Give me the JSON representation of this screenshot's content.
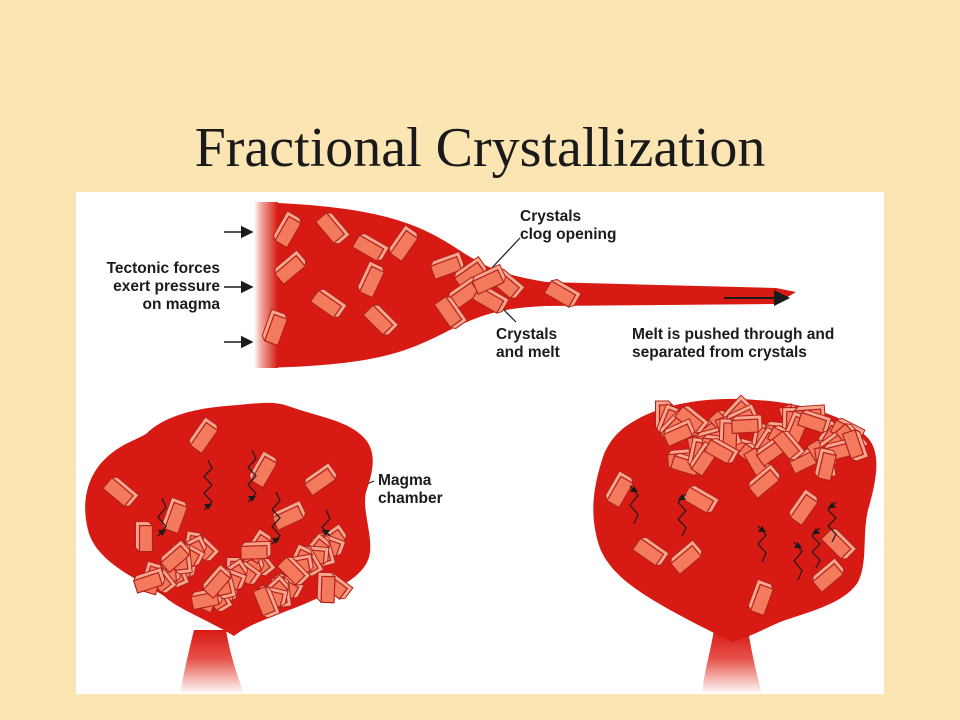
{
  "slide": {
    "title": "Fractional Crystallization"
  },
  "diagram": {
    "labels": {
      "tectonic": "Tectonic forces\nexert pressure\non magma",
      "clog": "Crystals\nclog opening",
      "crystals_melt": "Crystals\nand melt",
      "melt_pushed": "Melt is pushed through and\nseparated from crystals",
      "magma_chamber": "Magma\nchamber"
    },
    "colors": {
      "magma": "#d81a14",
      "magma_dark": "#a50d0b",
      "crystal_fill": "#f47a5e",
      "crystal_edge": "#b3201a",
      "background": "#fbe5b3"
    }
  }
}
